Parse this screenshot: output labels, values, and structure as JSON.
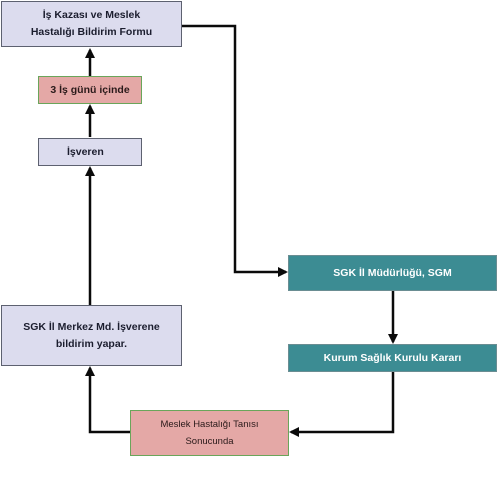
{
  "diagram": {
    "nodes": {
      "form": {
        "label": "İş Kazası ve Meslek\nHastalığı Bildirim Formu"
      },
      "three_days": {
        "label": "3 İş günü içinde"
      },
      "employer": {
        "label": "İşveren"
      },
      "sgk_center": {
        "label": "SGK İl Merkez Md. İşverene\nbildirim yapar."
      },
      "diagnosis": {
        "label": "Meslek Hastalığı Tanısı\nSonucunda"
      },
      "sgk_province": {
        "label": "SGK İl Müdürlüğü, SGM"
      },
      "health_board": {
        "label": "Kurum Sağlık Kurulu Kararı"
      }
    },
    "colors": {
      "lavender_fill": "#dcdcee",
      "pink_fill": "#e4a8a6",
      "teal_fill": "#3c8c93",
      "arrow": "#0a0a0a"
    }
  }
}
